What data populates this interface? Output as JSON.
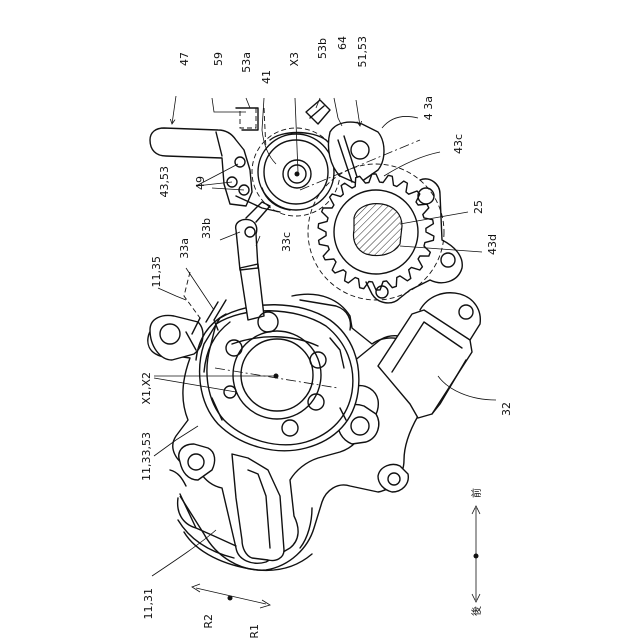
{
  "labels": {
    "l47": "47",
    "l59": "59",
    "l53a": "53a",
    "l41": "41",
    "lX3": "X3",
    "l53b": "53b",
    "l64": "64",
    "l51_53": "51,53",
    "l43a": "4 3a",
    "l43c": "43c",
    "l25": "25",
    "l43d": "43d",
    "l43_53": "43,53",
    "l49": "49",
    "l33b": "33b",
    "l33c": "33c",
    "l33a": "33a",
    "l11_35": "11,35",
    "lX1X2": "X1,X2",
    "l11_33_53": "11,33,53",
    "l32": "32",
    "l11_31": "11,31",
    "lR2": "R2",
    "lR1": "R1",
    "lRear": "後",
    "lFront": "前"
  }
}
